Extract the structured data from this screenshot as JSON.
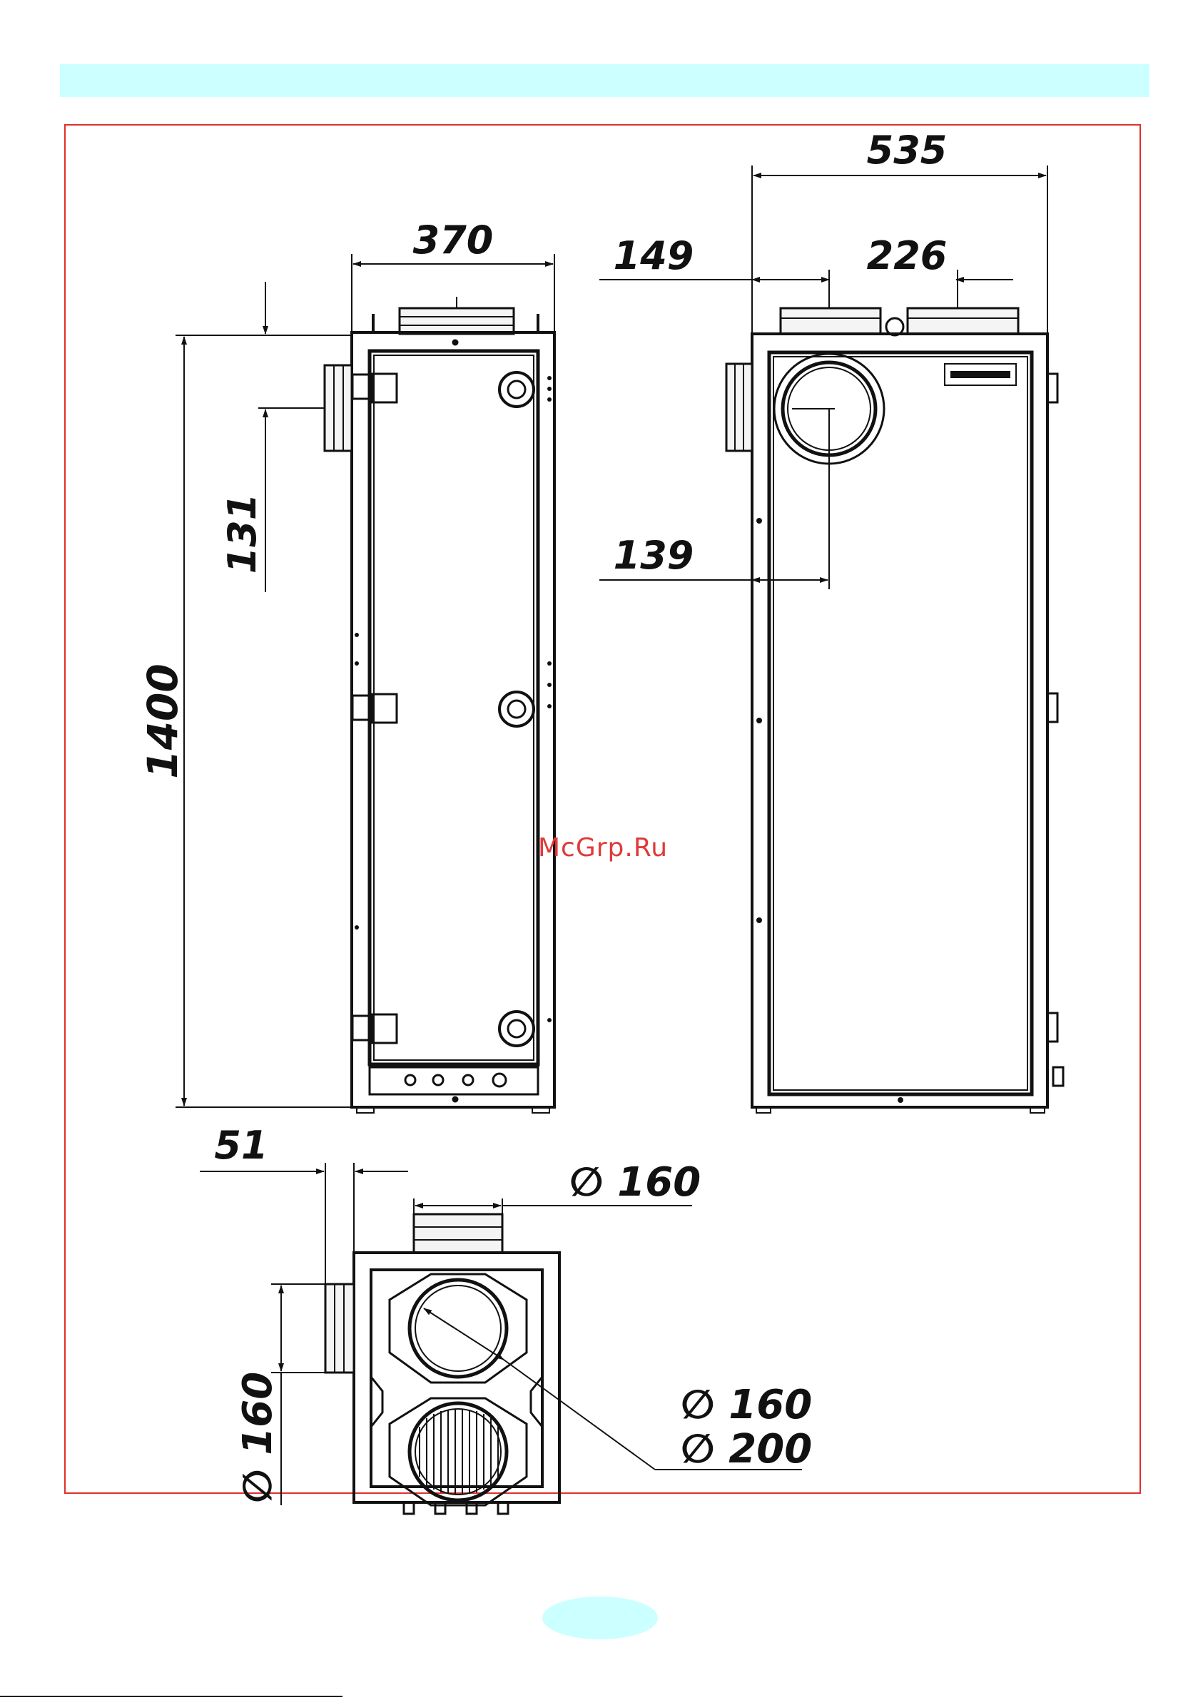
{
  "watermark": "McGrp.Ru",
  "colors": {
    "band": "#ccffff",
    "frame": "#e0302c",
    "watermark": "#e03a3a",
    "line": "#111111"
  },
  "dimensions": {
    "front_width": "370",
    "front_height": "1400",
    "front_spigot_offset": "131",
    "side_width": "535",
    "side_offset_left": "149",
    "side_spigot_spacing": "226",
    "side_spigot_centre": "139",
    "top_spigot_offset": "51",
    "top_spigot_dia": "∅ 160",
    "top_side_spigot_dia": "∅ 160",
    "top_port_dia_1": "∅ 160",
    "top_port_dia_2": "∅ 200"
  }
}
